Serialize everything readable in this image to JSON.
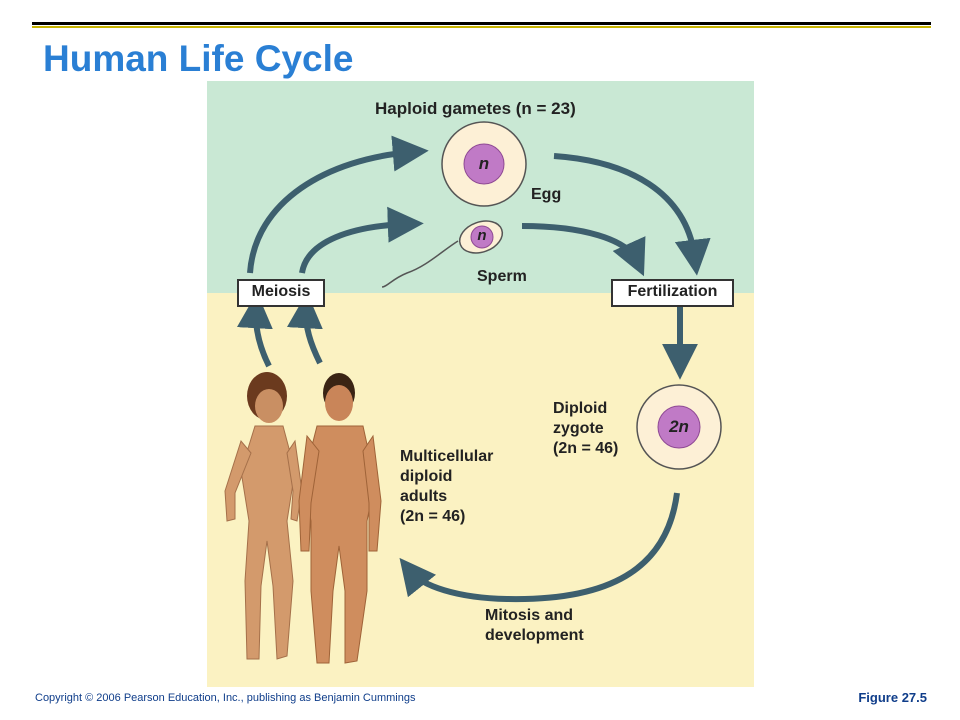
{
  "slide": {
    "title": "Human Life Cycle",
    "copyright": "Copyright © 2006 Pearson Education, Inc., publishing as Benjamin Cummings",
    "figure_number": "Figure 27.5"
  },
  "diagram": {
    "haploid_heading": "Haploid gametes (n = 23)",
    "egg_label": "Egg",
    "egg_cell_text": "n",
    "sperm_label": "Sperm",
    "sperm_cell_text": "n",
    "meiosis_label": "Meiosis",
    "fertilization_label": "Fertilization",
    "zygote_label_line1": "Diploid",
    "zygote_label_line2": "zygote",
    "zygote_label_line3": "(2n = 46)",
    "zygote_cell_text": "2n",
    "adults_label_line1": "Multicellular",
    "adults_label_line2": "diploid",
    "adults_label_line3": "adults",
    "adults_label_line4": "(2n = 46)",
    "mitosis_label_line1": "Mitosis and",
    "mitosis_label_line2": "development"
  },
  "colors": {
    "title": "#2a7fd4",
    "haploid_band": "#c9e8d4",
    "diploid_band": "#fbf2c2",
    "arrow": "#3d5f6e",
    "nucleus": "#c07ac6",
    "cell_body": "#fdf0d6"
  }
}
